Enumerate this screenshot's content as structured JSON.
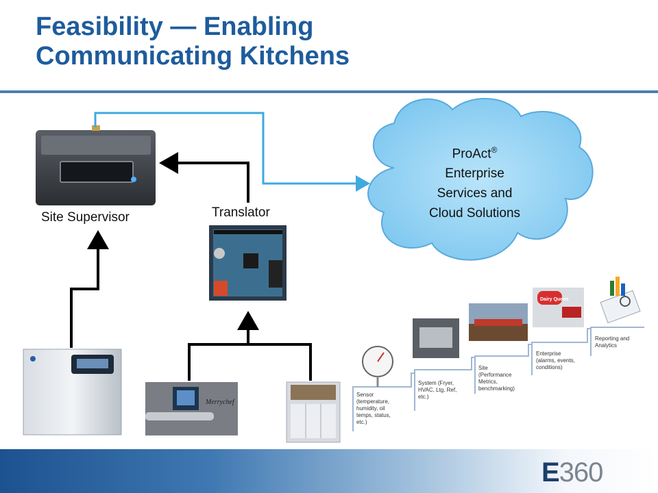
{
  "slide": {
    "title_line1": "Feasibility — Enabling",
    "title_line2": "Communicating Kitchens"
  },
  "nodes": {
    "site_supervisor": "Site Supervisor",
    "translator": "Translator",
    "cloud_main": "ProAct",
    "cloud_reg": "®",
    "cloud_rest": "Enterprise Services and Cloud Solutions"
  },
  "cloud_lines": [
    "Enterprise",
    "Services and",
    "Cloud Solutions"
  ],
  "staircase": [
    {
      "label_lines": [
        "Sensor",
        "(temperature,",
        "humidity, oil",
        "temps, status,",
        "etc.)"
      ]
    },
    {
      "label_lines": [
        "System (Fryer,",
        "HVAC, Ltg, Ref,",
        "etc.)"
      ]
    },
    {
      "label_lines": [
        "Site",
        "(Performance",
        "Metrics,",
        "benchmarking)"
      ]
    },
    {
      "label_lines": [
        "Enterprise",
        "(alarms, events,",
        "conditions)"
      ]
    },
    {
      "label_lines": [
        "Reporting and",
        "Analytics"
      ]
    }
  ],
  "photos": {
    "sign_text": "Dairy Queen",
    "oven_brand": "Merrychef"
  },
  "brand": {
    "letter": "E",
    "number": "360"
  },
  "colors": {
    "title": "#1e5c9c",
    "rule": "#4a7fb5",
    "cloud_fill": "#8fd0f2",
    "cloud_stroke": "#5aa9dd",
    "link_line": "#3fa9e0",
    "arrows": "#000000"
  }
}
